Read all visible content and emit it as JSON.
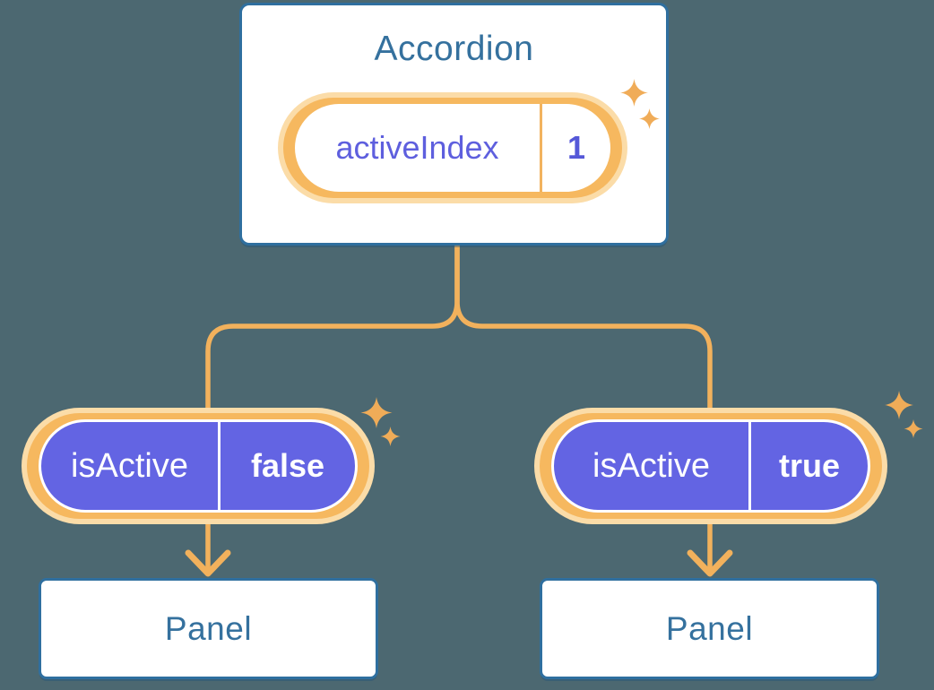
{
  "background_color": "#4C6871",
  "palette": {
    "connector_orange": "#F2B15C",
    "ring_orange": "#F6B85F",
    "ring_orange_light": "#FBDCA8",
    "pill_purple": "#6364E3",
    "node_border_blue": "#2F6F9F",
    "node_text_blue": "#35719E",
    "state_text_purple": "#5E5FDE",
    "sparkle_orange": "#F0AC58"
  },
  "accordion_node": {
    "title": "Accordion",
    "state_pill": {
      "label": "activeIndex",
      "value": "1"
    }
  },
  "children": [
    {
      "prop_pill": {
        "label": "isActive",
        "value": "false"
      },
      "panel": {
        "title": "Panel"
      }
    },
    {
      "prop_pill": {
        "label": "isActive",
        "value": "true"
      },
      "panel": {
        "title": "Panel"
      }
    }
  ]
}
